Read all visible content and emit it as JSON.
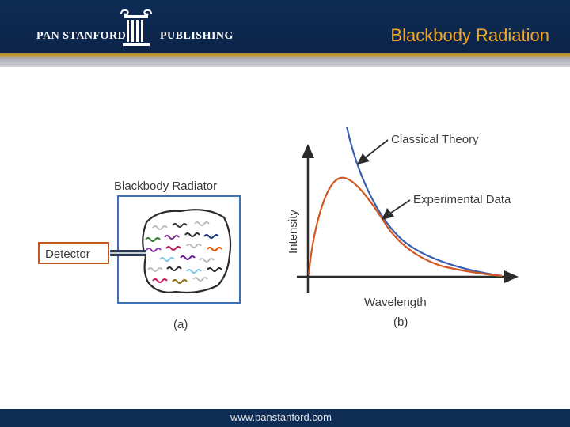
{
  "header": {
    "logo_left": "PAN STANFORD",
    "logo_right": "PUBLISHING",
    "title": "Blackbody Radiation"
  },
  "diagram_a": {
    "radiator_label": "Blackbody Radiator",
    "detector_label": "Detector",
    "caption": "(a)"
  },
  "diagram_b": {
    "y_axis_label": "Intensity",
    "x_axis_label": "Wavelength",
    "caption": "(b)",
    "classical_label": "Classical Theory",
    "experimental_label": "Experimental Data"
  },
  "footer": {
    "url": "www.panstanford.com"
  },
  "colors": {
    "header_bg": "#0f2c55",
    "title": "#f5a623",
    "radiator_border": "#3f6fb5",
    "detector_border": "#c2581a",
    "classical_curve": "#3b5fb0",
    "experimental_curve": "#d2561f"
  }
}
